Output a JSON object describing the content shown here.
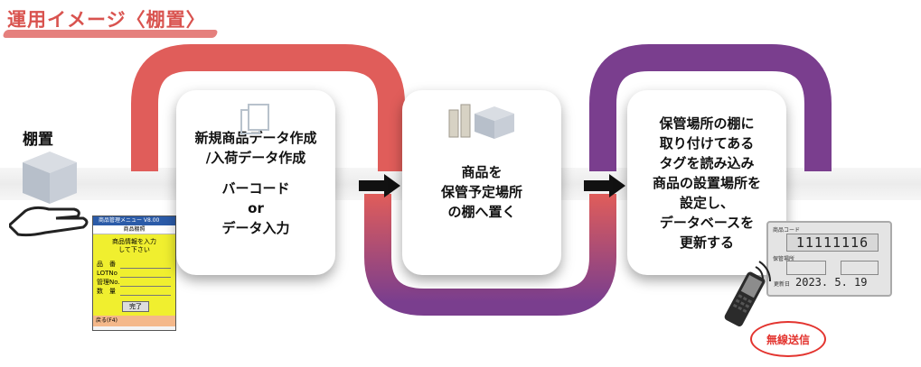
{
  "header": {
    "title": "運用イメージ〈棚置〉"
  },
  "left_label": "棚置",
  "steps": [
    {
      "lines": [
        "新規商品データ作成",
        "/入荷データ作成"
      ],
      "extra": [
        "バーコード",
        "or",
        "データ入力"
      ]
    },
    {
      "lines": [
        "商品を",
        "保管予定場所",
        "の棚へ置く"
      ]
    },
    {
      "lines": [
        "保管場所の棚に",
        "取り付けてある",
        "タグを読み込み",
        "商品の設置場所を",
        "設定し、",
        "データベースを",
        "更新する"
      ]
    }
  ],
  "handheld": {
    "title": "商品管理メニュー V8.00",
    "subtitle": "商品棚照",
    "prompt": [
      "商品情報を入力",
      "して下さい"
    ],
    "fields": [
      "品　番",
      "LOTNo",
      "管理No.",
      "数　量"
    ],
    "done_button": "完了",
    "back_button": "戻る(F4)"
  },
  "tag_display": {
    "label_code": "商品コード",
    "code": "11111116",
    "label_location": "保管場所",
    "label_date": "更新日",
    "date": "2023. 5. 19"
  },
  "stamp": "無線送信",
  "colors": {
    "red": "#e05d5a",
    "purple": "#7a3e8e",
    "title": "#d9534f"
  }
}
